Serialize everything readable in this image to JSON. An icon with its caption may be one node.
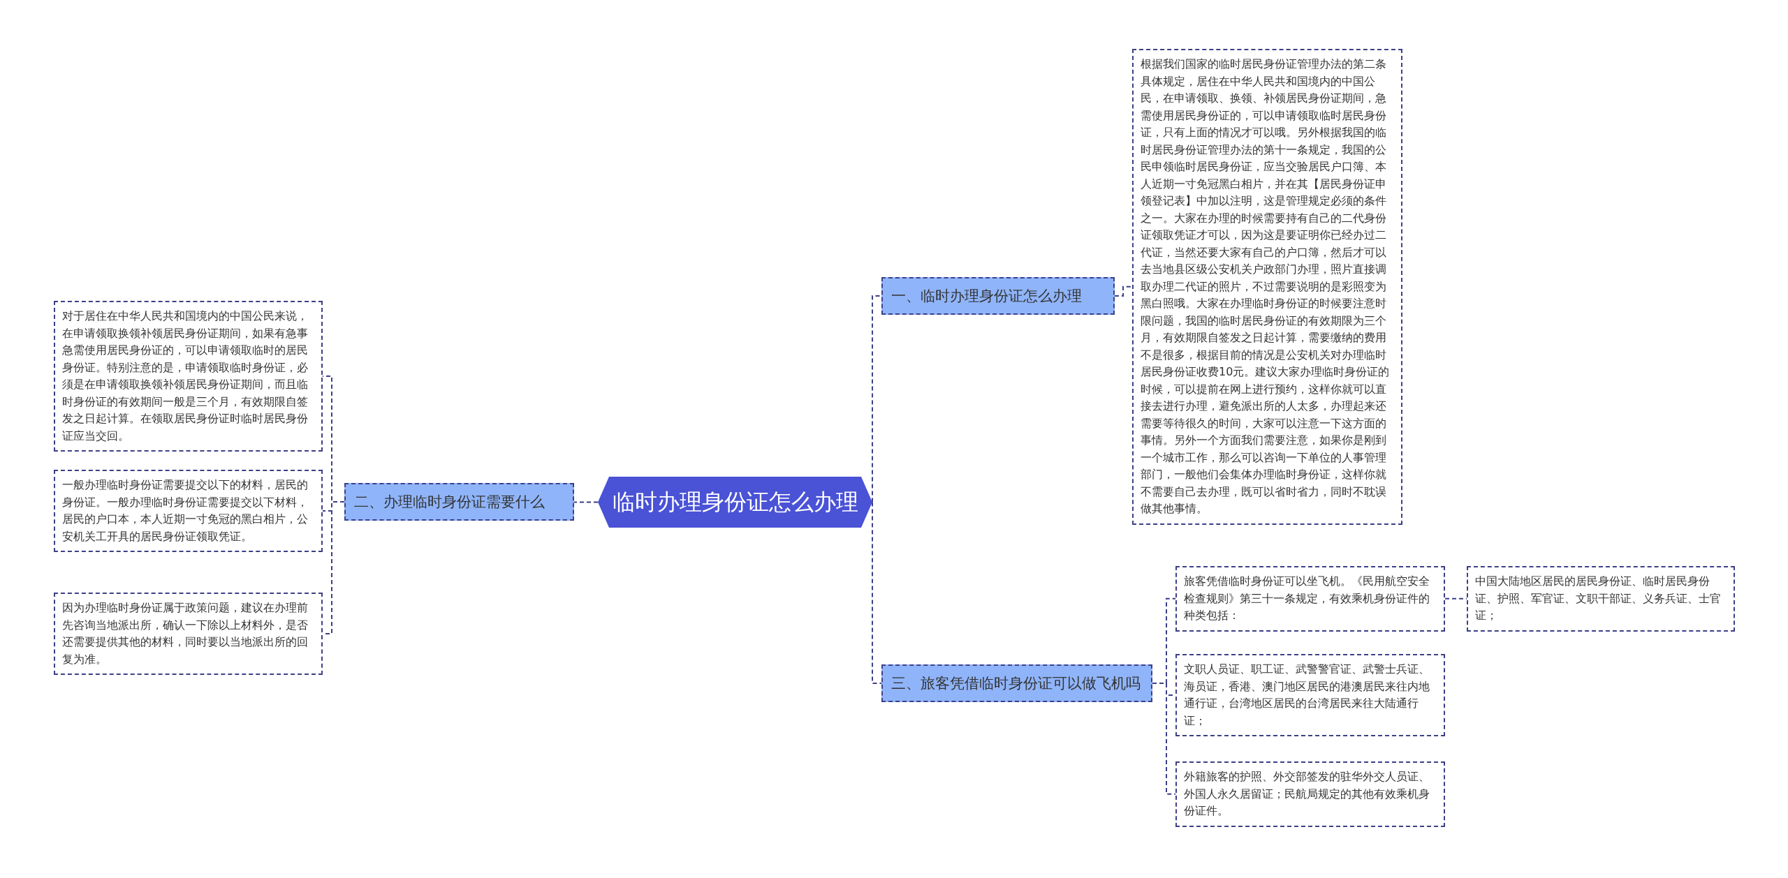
{
  "diagram": {
    "nodes": [
      {
        "text": [
          "临时办理身份证怎么办理"
        ]
      },
      {
        "text": [
          "一、临时办理身份证怎么办理"
        ]
      },
      {
        "text": [
          "根据我们国家的临时居民身份证管理办法的第二条具体规定，居住在中华人民共和国境内的中国公民，在申请领取、换领、补领居民身份证期间，急需使用居民身份证的，可以申请领取临时居民身份证，只有上面的情况才可以哦。另外根据我国的临时居民身份证管理办法的第十一条规定，我国的公民申领临时居民身份证，应当交验居民户口簿、本人近期一寸免冠黑白相片，并在其【居民身份证申领登记表】中加以注明，这是管理规定必须的条件之一。大家在办理的时候需要持有自己的二代身份证领取凭证才可以，因为这是要证明你已经办过二代证，当然还要大家有自己的户口簿，然后才可以去当地县区级公安机关户政部门办理，照片直接调取办理二代证的照片，不过需要说明的是彩照变为黑白照哦。大家在办理临时身份证的时候要注意时限问题，我国的临时居民身份证的有效期限为三个月，有效期限自签发之日起计算，需要缴纳的费用不是很多，根据目前的情况是公安机关对办理临时居民身份证收费10元。建议大家办理临时身份证的时候，可以提前在网上进行预约，这样你就可以直接去进行办理，避免派出所的人太多，办理起来还需要等待很久的时间，大家可以注意一下这方面的事情。另外一个方面我们需要注意，如果你是刚到一个城市工作，那么可以咨询一下单位的人事管理部门，一般他们会集体办理临时身份证，这样你就不需要自己去办理，既可以省时省力，同时不耽误做其他事情。"
        ]
      },
      {
        "text": [
          "二、办理临时身份证需要什么"
        ]
      },
      {
        "text": [
          "对于居住在中华人民共和国境内的中国公民来说，在申请领取换领补领居民身份证期间，如果有急事急需使用居民身份证的，可以申请领取临时的居民身份证。特别注意的是，申请领取临时身份证，必须是在申请领取换领补领居民身份证期间，而且临时身份证的有效期间一般是三个月，有效期限自签发之日起计算。在领取居民身份证时临时居民身份证应当交回。"
        ]
      },
      {
        "text": [
          "一般办理临时身份证需要提交以下的材料，居民的身份证。一般办理临时身份证需要提交以下材料，居民的户口本，本人近期一寸免冠的黑白相片，公安机关工开具的居民身份证领取凭证。"
        ]
      },
      {
        "text": [
          "因为办理临时身份证属于政策问题，建议在办理前先咨询当地派出所，确认一下除以上材料外，是否还需要提供其他的材料，同时要以当地派出所的回复为准。"
        ]
      },
      {
        "text": [
          "三、旅客凭借临时身份证可以做飞机吗"
        ]
      },
      {
        "text": [
          "旅客凭借临时身份证可以坐飞机。《民用航空安全检查规则》第三十一条规定，有效乘机身份证件的种类包括："
        ]
      },
      {
        "text": [
          "中国大陆地区居民的居民身份证、临时居民身份证、护照、军官证、文职干部证、义务兵证、士官证；"
        ]
      },
      {
        "text": [
          "文职人员证、职工证、武警警官证、武警士兵证、海员证，香港、澳门地区居民的港澳居民来往内地通行证，台湾地区居民的台湾居民来往大陆通行证；"
        ]
      },
      {
        "text": [
          "外籍旅客的护照、外交部签发的驻华外交人员证、外国人永久居留证；民航局规定的其他有效乘机身份证件。"
        ]
      }
    ],
    "edges": [
      {
        "from": 0,
        "to": 1,
        "arrow": "none"
      },
      {
        "from": 1,
        "to": 2,
        "arrow": "none"
      },
      {
        "from": 0,
        "to": 3,
        "arrow": "none"
      },
      {
        "from": 3,
        "to": 4,
        "arrow": "none"
      },
      {
        "from": 3,
        "to": 5,
        "arrow": "none"
      },
      {
        "from": 3,
        "to": 6,
        "arrow": "none"
      },
      {
        "from": 0,
        "to": 7,
        "arrow": "none"
      },
      {
        "from": 7,
        "to": 8,
        "arrow": "none"
      },
      {
        "from": 8,
        "to": 9,
        "arrow": "none"
      },
      {
        "from": 7,
        "to": 10,
        "arrow": "none"
      },
      {
        "from": 7,
        "to": 11,
        "arrow": "none"
      }
    ]
  }
}
